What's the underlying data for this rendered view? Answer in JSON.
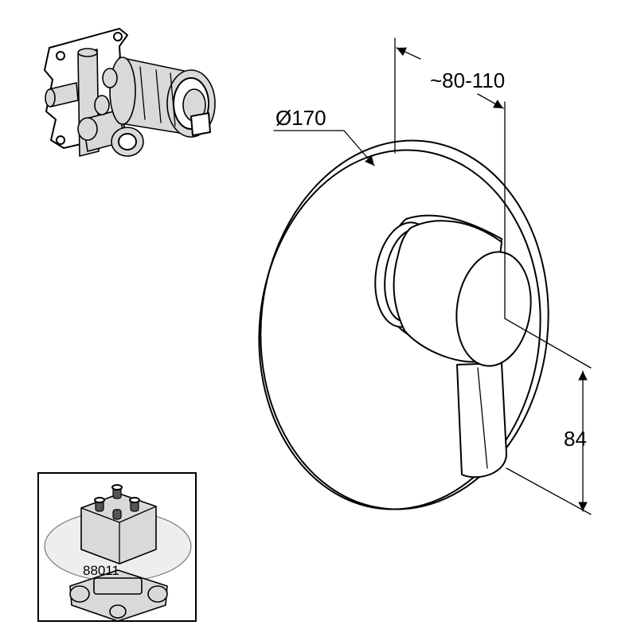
{
  "dimensions": {
    "diameter": "Ø170",
    "projection": "~80-110",
    "lever_height": "84"
  },
  "inset": {
    "product_number": "88011"
  },
  "colors": {
    "line": "#000000",
    "background": "#ffffff",
    "part_fill": "#d9d9d9"
  }
}
